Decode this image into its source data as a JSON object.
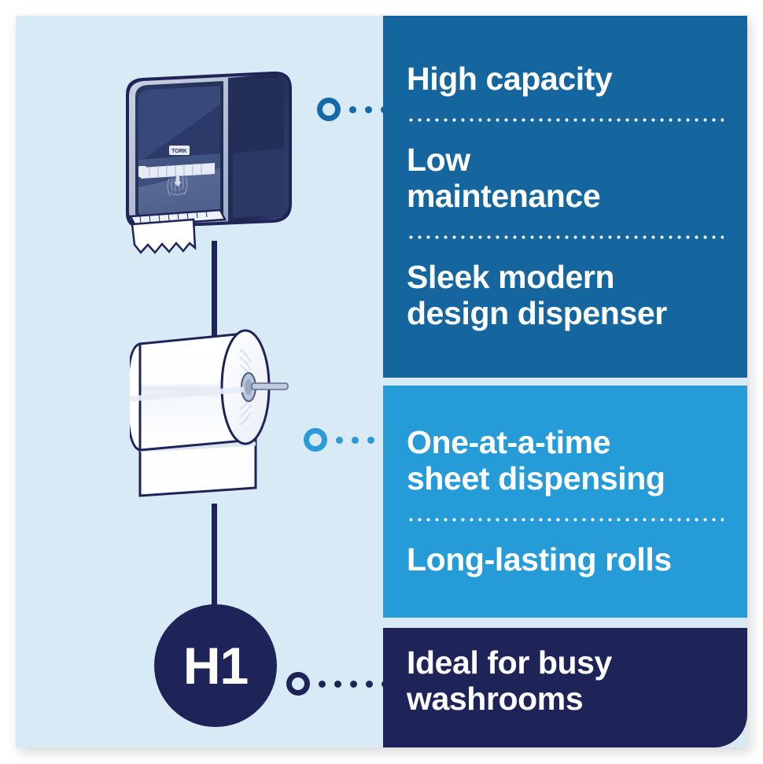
{
  "meta": {
    "background_color": "#d9eaf7",
    "page_background": "#ffffff"
  },
  "product": {
    "system_code": "H1",
    "brand": "TORK",
    "dispenser_alt": "Tork H1 matic hand towel roll dispenser",
    "roll_alt": "Hand towel paper roll with core adapter"
  },
  "panels": [
    {
      "id": "panel-high-capacity",
      "color": "#15669E",
      "features": [
        {
          "id": "feature-high-capacity",
          "text": "High capacity"
        },
        {
          "id": "feature-low-maintenance",
          "text": "Low\nmaintenance"
        },
        {
          "id": "feature-sleek-modern",
          "text": "Sleek modern\ndesign dispenser"
        }
      ]
    },
    {
      "id": "panel-dispensing",
      "color": "#259BD8",
      "features": [
        {
          "id": "feature-one-at-a-time",
          "text": "One-at-a-time\nsheet dispensing"
        },
        {
          "id": "feature-long-lasting",
          "text": "Long-lasting rolls"
        }
      ]
    },
    {
      "id": "panel-busy-washrooms",
      "color": "#1F2458",
      "features": [
        {
          "id": "feature-ideal-busy",
          "text": "Ideal for busy\nwashrooms"
        }
      ]
    }
  ],
  "connectors": [
    {
      "id": "connector-dispenser",
      "color": "#1569A8",
      "dots": 4
    },
    {
      "id": "connector-roll",
      "color": "#2A9BD8",
      "dots": 5
    },
    {
      "id": "connector-system",
      "color": "#1F2458",
      "dots": 6
    }
  ]
}
